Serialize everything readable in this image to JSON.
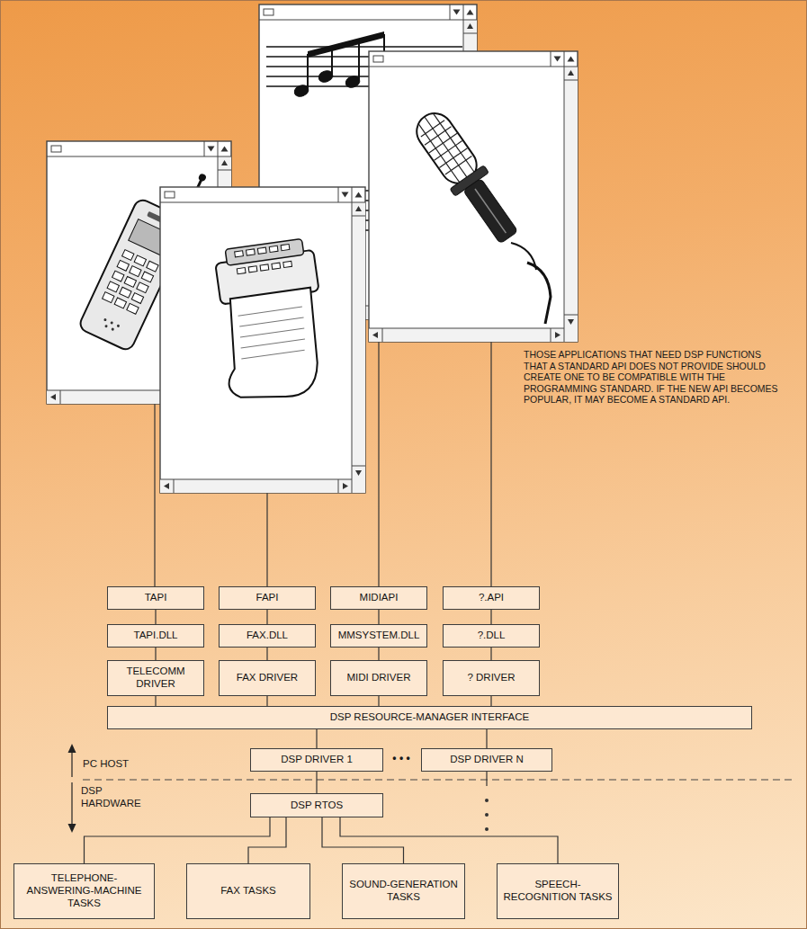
{
  "diagram": {
    "nodes": [
      {
        "text": [
          "TAPI"
        ]
      },
      {
        "text": [
          "FAPI"
        ]
      },
      {
        "text": [
          "MIDIAPI"
        ]
      },
      {
        "text": [
          "?.API"
        ]
      },
      {
        "text": [
          "TAPI.DLL"
        ]
      },
      {
        "text": [
          "FAX.DLL"
        ]
      },
      {
        "text": [
          "MMSYSTEM.DLL"
        ]
      },
      {
        "text": [
          "?.DLL"
        ]
      },
      {
        "text": [
          "TELECOMM DRIVER"
        ]
      },
      {
        "text": [
          "FAX DRIVER"
        ]
      },
      {
        "text": [
          "MIDI DRIVER"
        ]
      },
      {
        "text": [
          "? DRIVER"
        ]
      },
      {
        "text": [
          "DSP RESOURCE-MANAGER INTERFACE"
        ]
      },
      {
        "text": [
          "DSP DRIVER 1"
        ]
      },
      {
        "text": [
          "DSP DRIVER N"
        ]
      },
      {
        "text": [
          "DSP RTOS"
        ]
      },
      {
        "text": [
          "TELEPHONE-ANSWERING-MACHINE TASKS"
        ]
      },
      {
        "text": [
          "FAX TASKS"
        ]
      },
      {
        "text": [
          "SOUND-GENERATION TASKS"
        ]
      },
      {
        "text": [
          "SPEECH-RECOGNITION TASKS"
        ]
      }
    ],
    "edges": [
      {
        "from": 0,
        "to": 4,
        "arrow": "none"
      },
      {
        "from": 1,
        "to": 5,
        "arrow": "none"
      },
      {
        "from": 2,
        "to": 6,
        "arrow": "none"
      },
      {
        "from": 3,
        "to": 7,
        "arrow": "none"
      },
      {
        "from": 4,
        "to": 8,
        "arrow": "none"
      },
      {
        "from": 5,
        "to": 9,
        "arrow": "none"
      },
      {
        "from": 6,
        "to": 10,
        "arrow": "none"
      },
      {
        "from": 7,
        "to": 11,
        "arrow": "none"
      },
      {
        "from": 8,
        "to": 12,
        "arrow": "none"
      },
      {
        "from": 9,
        "to": 12,
        "arrow": "none"
      },
      {
        "from": 10,
        "to": 12,
        "arrow": "none"
      },
      {
        "from": 11,
        "to": 12,
        "arrow": "none"
      },
      {
        "from": 12,
        "to": 13,
        "arrow": "none"
      },
      {
        "from": 12,
        "to": 14,
        "arrow": "none"
      },
      {
        "from": 13,
        "to": 15,
        "arrow": "none"
      },
      {
        "from": 15,
        "to": 16,
        "arrow": "none"
      },
      {
        "from": 15,
        "to": 17,
        "arrow": "none"
      },
      {
        "from": 15,
        "to": 18,
        "arrow": "none"
      },
      {
        "from": 15,
        "to": 19,
        "arrow": "none"
      }
    ],
    "labels": [
      "THOSE APPLICATIONS THAT NEED DSP FUNCTIONS THAT A STANDARD API DOES NOT PROVIDE SHOULD CREATE ONE TO BE COMPATIBLE WITH THE PROGRAMMING STANDARD. IF THE NEW API BECOMES POPULAR, IT MAY BECOME A STANDARD API.",
      "PC HOST",
      "DSP HARDWARE",
      "• • •"
    ]
  }
}
